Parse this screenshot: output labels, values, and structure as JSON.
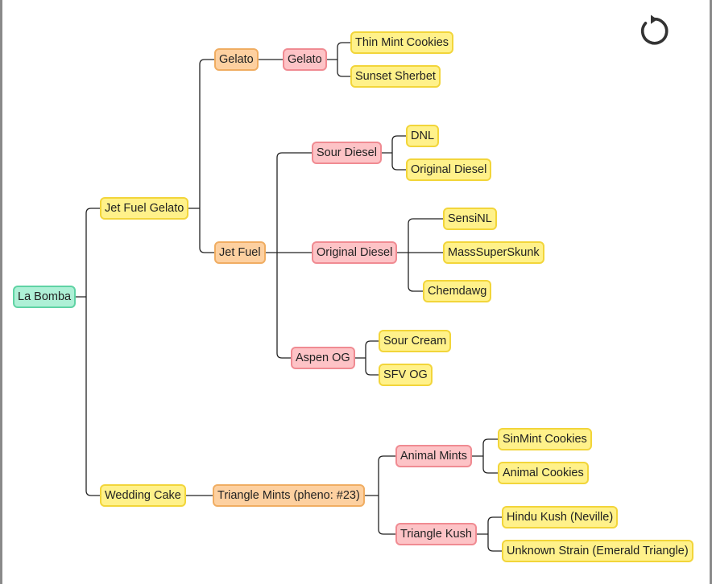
{
  "tree": {
    "nodes": {
      "la_bomba": "La Bomba",
      "jet_fuel_gelato": "Jet Fuel Gelato",
      "wedding_cake": "Wedding Cake",
      "gelato_parent": "Gelato",
      "gelato_child": "Gelato",
      "thin_mint_cookies": "Thin Mint Cookies",
      "sunset_sherbet": "Sunset Sherbet",
      "jet_fuel": "Jet Fuel",
      "sour_diesel": "Sour Diesel",
      "dnl": "DNL",
      "original_diesel_1": "Original Diesel",
      "original_diesel_2": "Original Diesel",
      "sensinl": "SensiNL",
      "masssuperskunk": "MassSuperSkunk",
      "chemdawg": "Chemdawg",
      "aspen_og": "Aspen OG",
      "sour_cream": "Sour Cream",
      "sfv_og": "SFV OG",
      "triangle_mints": "Triangle Mints (pheno: #23)",
      "animal_mints": "Animal Mints",
      "sinmint_cookies": "SinMint Cookies",
      "animal_cookies": "Animal Cookies",
      "triangle_kush": "Triangle Kush",
      "hindu_kush": "Hindu Kush (Neville)",
      "unknown_strain": "Unknown Strain (Emerald Triangle)"
    },
    "colors": {
      "root": "#aef0d6",
      "yellow": "#fff18a",
      "orange": "#fdd0a0",
      "pink": "#fdc3c6",
      "edge": "#222222"
    }
  },
  "toolbar": {
    "reset_icon": "reset-icon"
  }
}
